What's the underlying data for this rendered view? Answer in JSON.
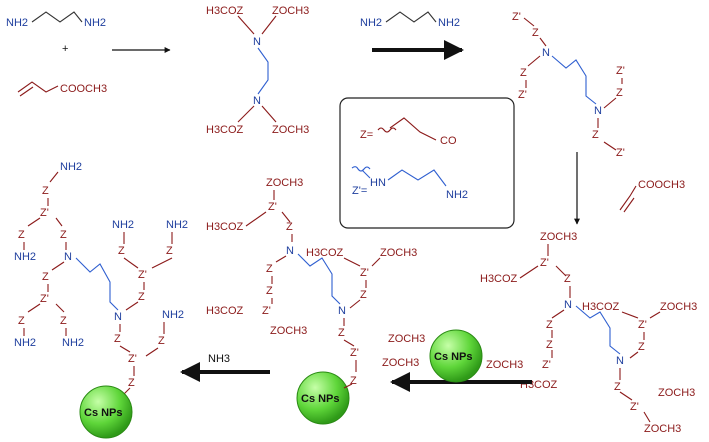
{
  "colors": {
    "nitrogen": "#1f3f9e",
    "ester": "#8b1a1a",
    "bond_blue": "#2f5fd0",
    "nanoparticle": "#5fd63a",
    "arrow": "#111111"
  },
  "labels": {
    "nh2": "NH2",
    "plus": "+",
    "cooch3": "COOCH3",
    "h3coz": "H3COZ",
    "zoch3": "ZOCH3",
    "z": "Z",
    "zp": "Z'",
    "n": "N",
    "z_eq": "Z=",
    "zp_eq": "Z'=",
    "co": "CO",
    "hn": "HN",
    "cs_nps": "Cs NPs",
    "nh3": "NH3"
  },
  "nanoparticles": [
    {
      "id": "np1",
      "label": "Cs NPs"
    },
    {
      "id": "np2",
      "label": "Cs NPs"
    },
    {
      "id": "np3",
      "label": "Cs NPs"
    }
  ]
}
